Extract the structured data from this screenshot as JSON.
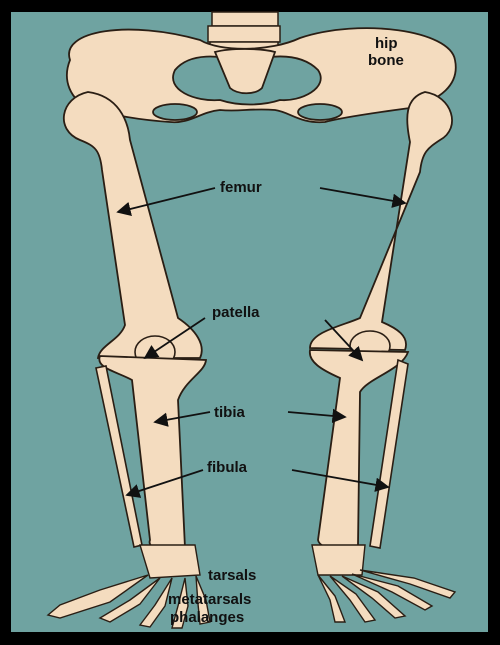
{
  "figure": {
    "background_color": "#6fa3a1",
    "bone_color": "#f4dcbf",
    "outline_color": "#2a1e14",
    "labels": {
      "hip_line1": "hip",
      "hip_line2": "bone",
      "femur": "femur",
      "patella": "patella",
      "tibia": "tibia",
      "fibula": "fibula",
      "tarsals": "tarsals",
      "metatarsals": "metatarsals",
      "phalanges": "phalanges"
    }
  }
}
